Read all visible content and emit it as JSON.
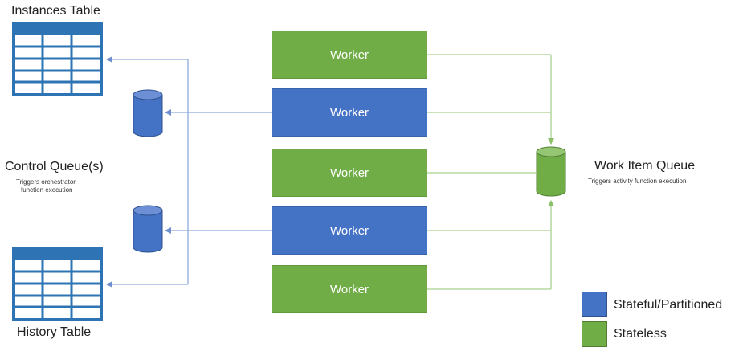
{
  "instances_table": {
    "title": "Instances Table"
  },
  "history_table": {
    "title": "History Table"
  },
  "control_queue": {
    "title": "Control Queue(s)",
    "subtitle_line1": "Triggers orchestrator",
    "subtitle_line2": "function execution"
  },
  "work_item_queue": {
    "title": "Work Item Queue",
    "subtitle": "Triggers activity function execution"
  },
  "workers": [
    {
      "label": "Worker",
      "kind": "stateless"
    },
    {
      "label": "Worker",
      "kind": "stateful"
    },
    {
      "label": "Worker",
      "kind": "stateless"
    },
    {
      "label": "Worker",
      "kind": "stateful"
    },
    {
      "label": "Worker",
      "kind": "stateless"
    }
  ],
  "legend": {
    "stateful": {
      "label": "Stateful/Partitioned",
      "color": "#4472c4"
    },
    "stateless": {
      "label": "Stateless",
      "color": "#70ad47"
    }
  },
  "colors": {
    "stateful_blue": "#4472c4",
    "stateless_green": "#70ad47",
    "blue_line": "#8faadc",
    "green_line": "#a9d18e"
  }
}
